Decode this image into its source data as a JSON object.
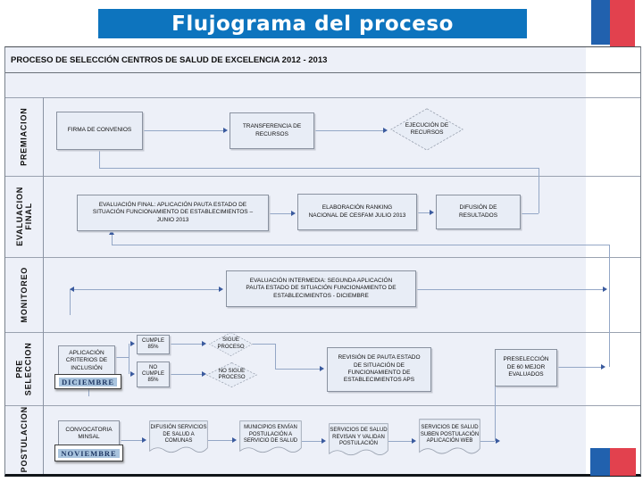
{
  "slide": {
    "title": "Flujograma del proceso"
  },
  "colors": {
    "title_bg": "#0d74be",
    "accent_blue": "#2161ae",
    "accent_red": "#e2414e",
    "node_fill": "#e8edf6",
    "connector_line": "#94a7c6",
    "arrowhead": "#3a5a9e",
    "month_highlight": "#a9c4de"
  },
  "flowchart": {
    "title": "PROCESO DE SELECCIÓN CENTROS DE SALUD DE EXCELENCIA 2012 - 2013",
    "lanes": {
      "premiacion": "PREMIACION",
      "evaluacion_final": "EVALUACION\nFINAL",
      "monitoreo": "MONITOREO",
      "pre_seleccion": "PRE\nSELECCION",
      "postulacion": "POSTULACION"
    },
    "nodes": {
      "firma_convenios": "FIRMA DE CONVENIOS",
      "transferencia_recursos": "TRANSFERENCIA DE\nRECURSOS",
      "ejecucion_recursos": "EJECUCIÓN DE\nRECURSOS",
      "evaluacion_final": "EVALUACIÓN FINAL: APLICACIÓN PAUTA ESTADO DE\nSITUACIÓN FUNCIONAMIENTO DE ESTABLECIMIENTOS –\nJUNIO 2013",
      "elaboracion_ranking": "ELABORACIÓN RANKING\nNACIONAL DE CESFAM JULIO 2013",
      "difusion_resultados": "DIFUSIÓN DE\nRESULTADOS",
      "evaluacion_intermedia": "EVALUACIÓN INTERMEDIA: SEGUNDA APLICACIÓN\nPAUTA ESTADO DE SITUACIÓN FUNCIONAMIENTO DE\nESTABLECIMIENTOS - DICIEMBRE",
      "aplicacion_criterios": "APLICACIÓN\nCRITERIOS DE\nINCLUSIÓN",
      "mes_diciembre": "DICIEMBRE",
      "cumple": "CUMPLE\n85%",
      "no_cumple": "NO\nCUMPLE\n85%",
      "sigue_proceso": "SIGUE\nPROCESO",
      "no_sigue_proceso": "NO SIGUE\nPROCESO",
      "revision_pauta": "REVISIÓN DE PAUTA ESTADO\nDE SITUACIÓN DE\nFUNCIONAMIENTO DE\nESTABLECIMIENTOS APS",
      "preseleccion_60": "PRESELECCIÓN\nDE 60 MEJOR\nEVALUADOS",
      "convocatoria_minsal": "CONVOCATORIA\nMINSAL",
      "mes_noviembre": "NOVIEMBRE",
      "difusion_servicios": "DIFUSIÓN SERVICIOS\nDE SALUD A\nCOMUNAS",
      "municipios_envian": "MUNICIPIOS ENVÍAN\nPOSTULACIÓN A\nSERVICIO DE SALUD",
      "servicios_revisan": "SERVICIOS DE SALUD\nREVISAN Y VALIDAN\nPOSTULACIÓN",
      "servicios_suben": "SERVICIOS DE SALUD\nSUBEN POSTULACIÓN\nAPLICACIÓN WEB"
    }
  }
}
